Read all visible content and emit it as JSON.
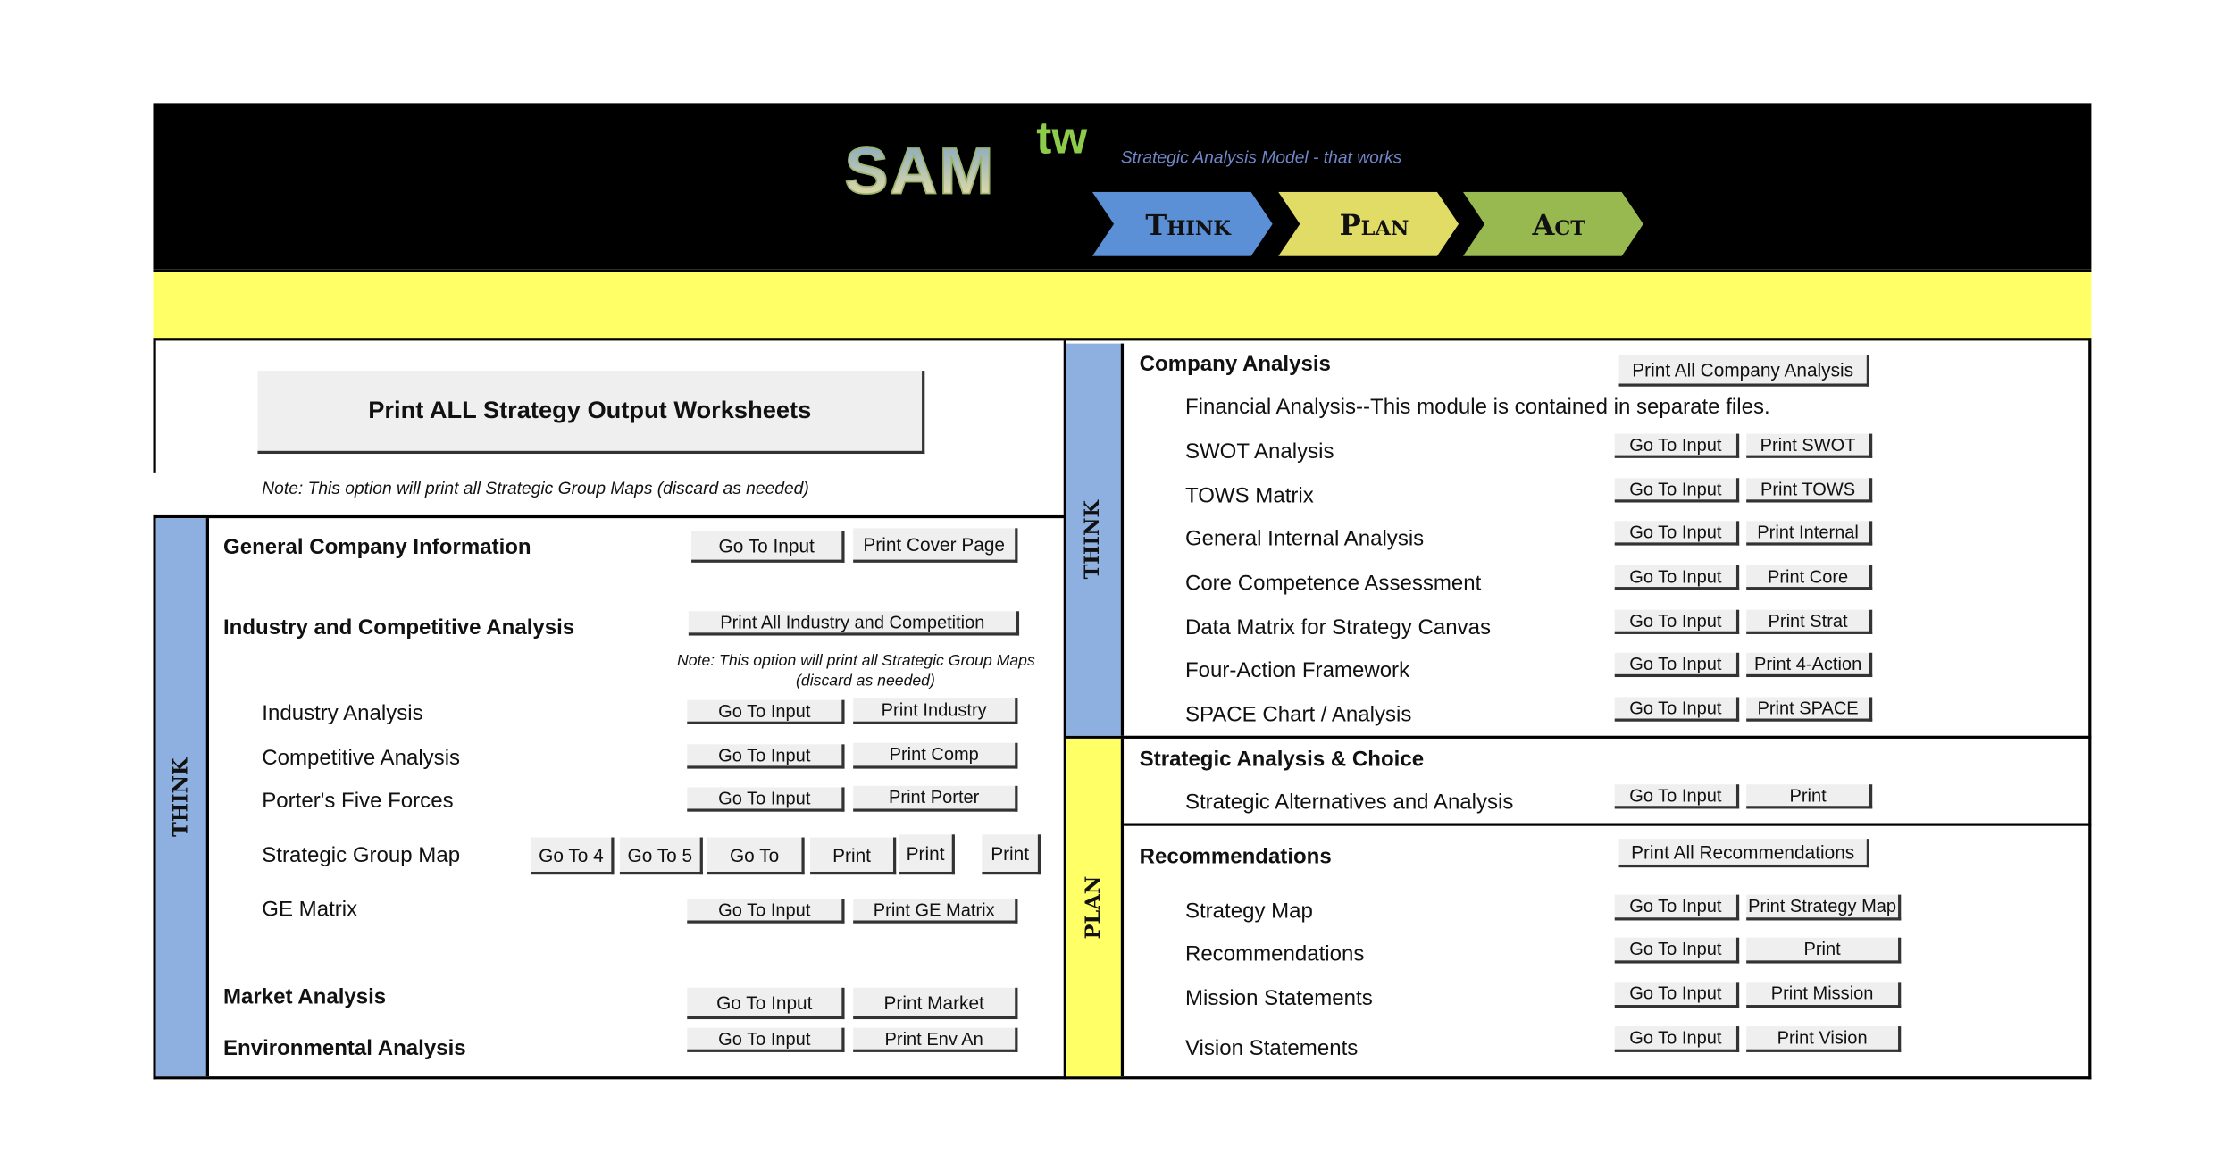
{
  "header": {
    "logo": "SAM",
    "logo_sup": "tw",
    "tagline": "Strategic Analysis Model - that works",
    "chevrons": [
      {
        "label": "Think",
        "color": "#5b8fd6"
      },
      {
        "label": "Plan",
        "color": "#e0dc66"
      },
      {
        "label": "Act",
        "color": "#98b850"
      }
    ]
  },
  "colors": {
    "think_bar": "#8eb0e0",
    "plan_bar": "#ffff66",
    "band": "#ffff66"
  },
  "left": {
    "print_all": "Print ALL Strategy Output Worksheets",
    "note_print_all": "Note:  This option will print all Strategic Group Maps (discard as needed)",
    "side_label": "THINK",
    "general": {
      "title": "General Company Information",
      "go": "Go To Input",
      "print": "Print Cover Page"
    },
    "industry": {
      "title": "Industry and Competitive Analysis",
      "print_all": "Print All Industry and Competition",
      "note_line1": "Note:  This option will print all Strategic Group Maps",
      "note_line2": "(discard as needed)"
    },
    "rows": [
      {
        "label": "Industry Analysis",
        "go": "Go To Input",
        "print": "Print Industry"
      },
      {
        "label": "Competitive Analysis",
        "go": "Go To Input",
        "print": "Print Comp"
      },
      {
        "label": "Porter's Five Forces",
        "go": "Go To Input",
        "print": "Print Porter"
      }
    ],
    "sgm": {
      "label": "Strategic Group  Map",
      "buttons": [
        "Go To 4",
        "Go To 5",
        "Go To",
        "Print",
        "Print",
        "Print"
      ]
    },
    "ge": {
      "label": "GE Matrix",
      "go": "Go To Input",
      "print": "Print GE Matrix"
    },
    "market": {
      "title": "Market Analysis",
      "go": "Go To Input",
      "print": "Print Market"
    },
    "env": {
      "title": "Environmental Analysis",
      "go": "Go To Input",
      "print": "Print Env An"
    }
  },
  "right": {
    "think_label": "THINK",
    "plan_label": "PLAN",
    "company": {
      "title": "Company Analysis",
      "print_all": "Print All Company Analysis",
      "financial": "Financial Analysis--This module is contained in separate files."
    },
    "company_rows": [
      {
        "label": "SWOT Analysis",
        "go": "Go To Input",
        "print": "Print SWOT"
      },
      {
        "label": "TOWS Matrix",
        "go": "Go To Input",
        "print": "Print TOWS"
      },
      {
        "label": "General Internal Analysis",
        "go": "Go To Input",
        "print": "Print Internal"
      },
      {
        "label": "Core Competence Assessment",
        "go": "Go To Input",
        "print": "Print Core"
      },
      {
        "label": "Data Matrix for Strategy Canvas",
        "go": "Go To Input",
        "print": "Print Strat"
      },
      {
        "label": "Four-Action Framework",
        "go": "Go To Input",
        "print": "Print 4-Action"
      },
      {
        "label": "SPACE Chart / Analysis",
        "go": "Go To Input",
        "print": "Print SPACE"
      }
    ],
    "choice": {
      "title": "Strategic Analysis & Choice",
      "label": "Strategic Alternatives and Analysis",
      "go": "Go To Input",
      "print": "Print"
    },
    "recs": {
      "title": "Recommendations",
      "print_all": "Print All Recommendations"
    },
    "rec_rows": [
      {
        "label": "Strategy Map",
        "go": "Go To Input",
        "print": "Print Strategy Map"
      },
      {
        "label": "Recommendations",
        "go": "Go To Input",
        "print": "Print"
      },
      {
        "label": "Mission Statements",
        "go": "Go To Input",
        "print": "Print Mission"
      },
      {
        "label": "Vision Statements",
        "go": "Go To Input",
        "print": "Print Vision"
      }
    ]
  }
}
